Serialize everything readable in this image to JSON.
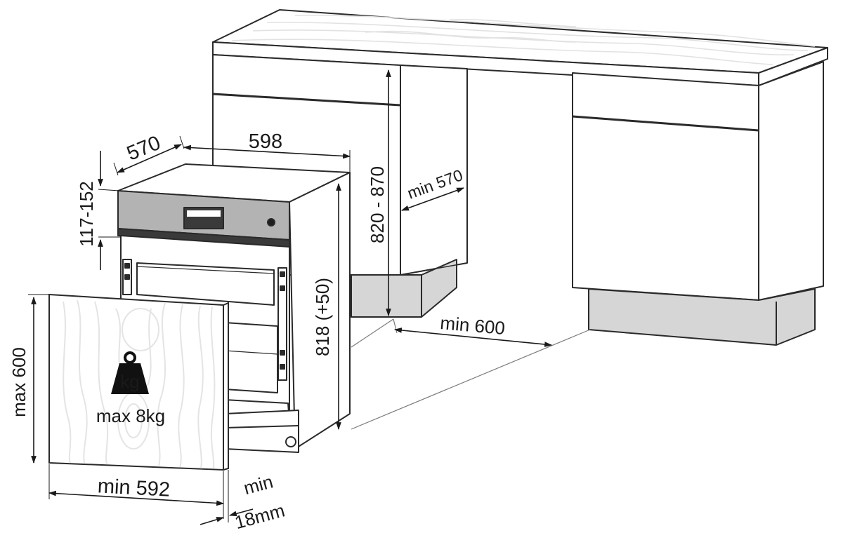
{
  "dimensions": {
    "depth": "570",
    "width": "598",
    "panel_gap": "117-152",
    "niche_height": "820 - 870",
    "niche_depth": "min 570",
    "appliance_height": "818 (+50)",
    "niche_width": "min 600",
    "door_height": "max 600",
    "door_width": "min 592",
    "door_thickness_line1": "min",
    "door_thickness_line2": "18mm"
  },
  "weight": {
    "icon_label": "kg",
    "limit": "max 8kg",
    "icon": "weight-kg-icon"
  },
  "colors": {
    "line": "#2a2a2a",
    "plinth": "#d6d6d6",
    "panel": "#b3b3b3",
    "wood_grain": "#e4e4e4",
    "black": "#111111"
  }
}
